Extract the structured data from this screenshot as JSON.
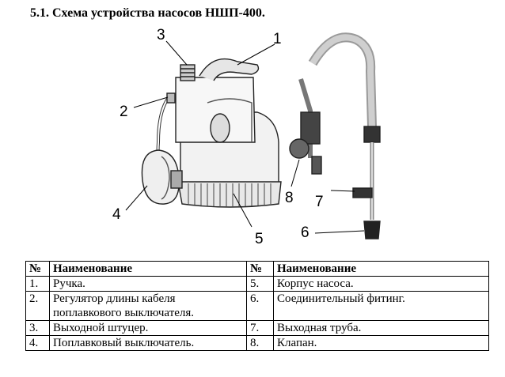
{
  "heading": "5.1. Схема устройства насосов НШП-400.",
  "diagram": {
    "callouts": [
      "1",
      "2",
      "3",
      "4",
      "5",
      "6",
      "7",
      "8"
    ]
  },
  "table": {
    "headers": [
      "№",
      "Наименование",
      "№",
      "Наименование"
    ],
    "rows": [
      {
        "n1": "1.",
        "name1": "Ручка.",
        "n2": "5.",
        "name2": "Корпус насоса."
      },
      {
        "n1": "2.",
        "name1": "Регулятор длины кабеля поплавкового выключателя.",
        "n2": "6.",
        "name2": "Соединительный фитинг."
      },
      {
        "n1": "3.",
        "name1": "Выходной штуцер.",
        "n2": "7.",
        "name2": "Выходная труба."
      },
      {
        "n1": "4.",
        "name1": "Поплавковый выключатель.",
        "n2": "8.",
        "name2": "Клапан."
      }
    ]
  }
}
